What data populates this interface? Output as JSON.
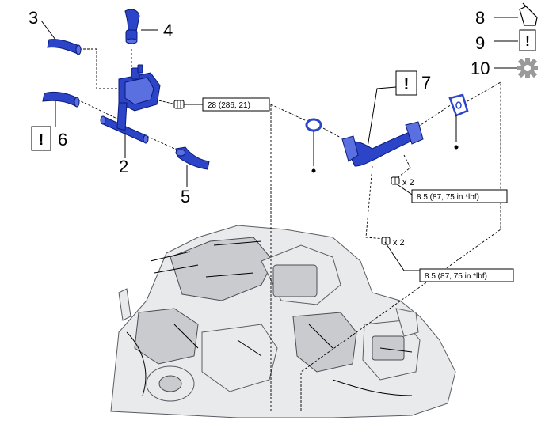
{
  "callouts": {
    "n2": "2",
    "n3": "3",
    "n4": "4",
    "n5": "5",
    "n6": "6",
    "n7": "7",
    "n8": "8",
    "n9": "9",
    "n10": "10"
  },
  "specs": {
    "torque_bracket": "28 (286, 21)",
    "torque_upper": "8.5 (87, 75 in.*lbf)",
    "torque_lower": "8.5 (87, 75 in.*lbf)",
    "qty_upper": "x 2",
    "qty_lower": "x 2"
  },
  "symbols": {
    "caution": "!",
    "replace_dot": "●"
  },
  "icons": {
    "grease": "grease-icon",
    "caution": "caution-icon",
    "gear": "gear-icon"
  },
  "colors": {
    "part_blue": "#2b44c8",
    "engine_gray": "#e9eaec",
    "gear_gray": "#9a9a9a"
  }
}
